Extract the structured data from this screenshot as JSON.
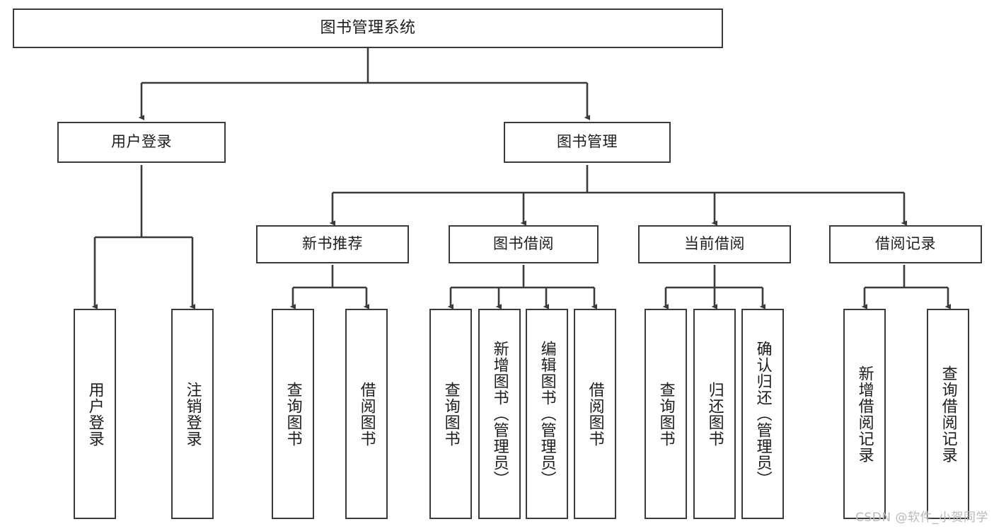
{
  "diagram": {
    "title": "图书管理系统",
    "type": "tree-hierarchy-diagram",
    "watermark": "CSDN @软件_小贺同学",
    "colors": {
      "stroke": "#3b3b3b",
      "fill": "#ffffff",
      "text": "#1d1d1d",
      "watermark": "#b9b9b9",
      "background": "#ffffff"
    }
  },
  "nodes": {
    "root": {
      "label": "图书管理系统"
    },
    "level1": [
      {
        "id": "user-login",
        "label": "用户登录"
      },
      {
        "id": "book-management",
        "label": "图书管理"
      }
    ],
    "level2": [
      {
        "id": "new-book-recommend",
        "label": "新书推荐"
      },
      {
        "id": "book-borrow",
        "label": "图书借阅"
      },
      {
        "id": "current-borrow",
        "label": "当前借阅"
      },
      {
        "id": "borrow-record",
        "label": "借阅记录"
      }
    ],
    "leaves": {
      "user_login": [
        {
          "id": "leaf-user-login",
          "label": "用户登录"
        },
        {
          "id": "leaf-logout",
          "label": "注销登录"
        }
      ],
      "new_book_recommend": [
        {
          "id": "leaf-query-book-1",
          "label": "查询图书"
        },
        {
          "id": "leaf-borrow-book-1",
          "label": "借阅图书"
        }
      ],
      "book_borrow": [
        {
          "id": "leaf-query-book-2",
          "label": "查询图书"
        },
        {
          "id": "leaf-add-book",
          "label": "新增图书（管理员）"
        },
        {
          "id": "leaf-edit-book",
          "label": "编辑图书（管理员）"
        },
        {
          "id": "leaf-borrow-book-2",
          "label": "借阅图书"
        }
      ],
      "current_borrow": [
        {
          "id": "leaf-query-book-3",
          "label": "查询图书"
        },
        {
          "id": "leaf-return-book",
          "label": "归还图书"
        },
        {
          "id": "leaf-confirm-return",
          "label": "确认归还（管理员）"
        }
      ],
      "borrow_record": [
        {
          "id": "leaf-add-record",
          "label": "新增借阅记录"
        },
        {
          "id": "leaf-query-record",
          "label": "查询借阅记录"
        }
      ]
    }
  }
}
